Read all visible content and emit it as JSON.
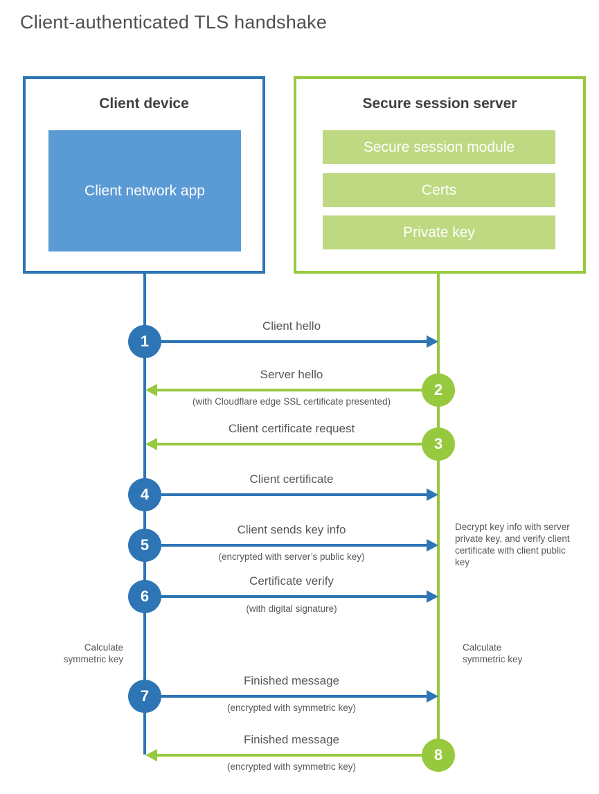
{
  "title": "Client-authenticated TLS handshake",
  "colors": {
    "blue": "#2e75b6",
    "blue_fill": "#5b9bd5",
    "green": "#97c93e",
    "green_fill": "#bed981",
    "heading_text": "#414042",
    "label_text": "#565759",
    "background": "#ffffff"
  },
  "client": {
    "title": "Client device",
    "app_label": "Client network app"
  },
  "server": {
    "title": "Secure session server",
    "modules": [
      "Secure session module",
      "Certs",
      "Private key"
    ]
  },
  "steps": [
    {
      "num": "1",
      "label": "Client hello",
      "note": "",
      "direction": "client-to-server"
    },
    {
      "num": "2",
      "label": "Server hello",
      "note": "(with Cloudflare edge SSL certificate presented)",
      "direction": "server-to-client"
    },
    {
      "num": "3",
      "label": "Client certificate request",
      "note": "",
      "direction": "server-to-client"
    },
    {
      "num": "4",
      "label": "Client certificate",
      "note": "",
      "direction": "client-to-server"
    },
    {
      "num": "5",
      "label": "Client sends key info",
      "note": "(encrypted with server’s public key)",
      "direction": "client-to-server"
    },
    {
      "num": "6",
      "label": "Certificate verify",
      "note": "(with digital signature)",
      "direction": "client-to-server"
    },
    {
      "num": "7",
      "label": "Finished message",
      "note": "(encrypted with symmetric key)",
      "direction": "client-to-server"
    },
    {
      "num": "8",
      "label": "Finished message",
      "note": "(encrypted with symmetric key)",
      "direction": "server-to-client"
    }
  ],
  "annotations": {
    "decrypt_note": "Decrypt key info with server private key, and verify client certificate with client public key",
    "calc_left": "Calculate symmetric key",
    "calc_right": "Calculate symmetric key"
  }
}
